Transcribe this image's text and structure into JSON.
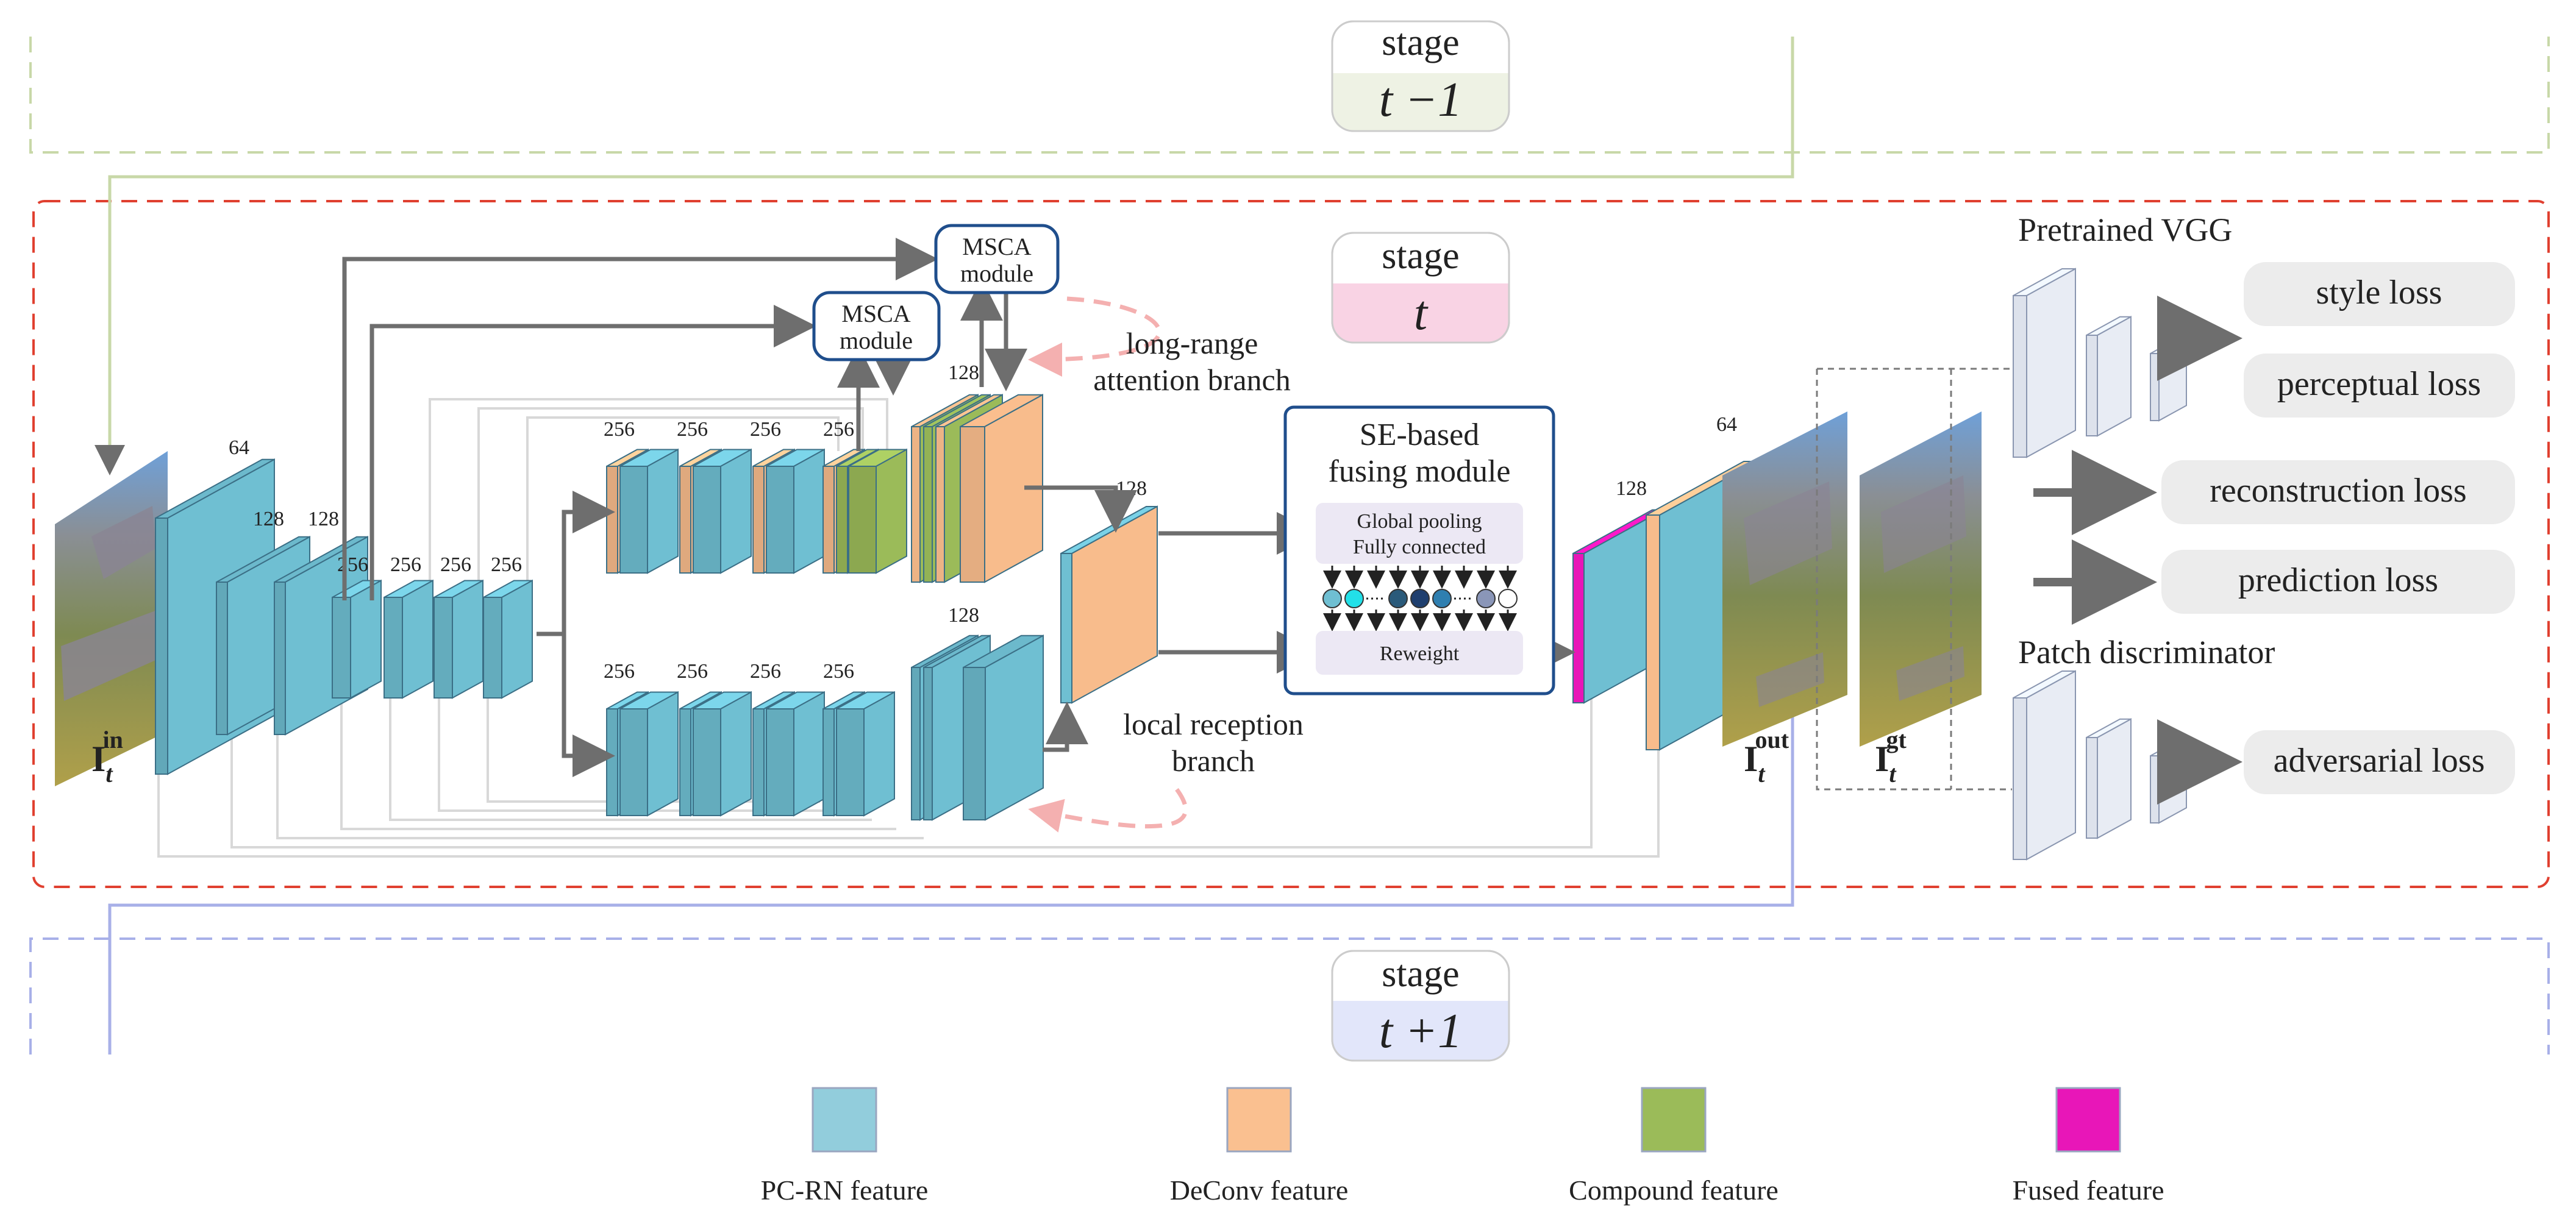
{
  "stages": {
    "prev": {
      "label": "stage",
      "value": "t −1"
    },
    "curr": {
      "label": "stage",
      "value": "t"
    },
    "next": {
      "label": "stage",
      "value": "t +1"
    }
  },
  "modules": {
    "msca_1": "MSCA\nmodule",
    "msca_2": "MSCA\nmodule",
    "se_title": "SE-based\nfusing module",
    "se_pool": "Global pooling",
    "se_fc": "Fully connected",
    "se_reweight": "Reweight"
  },
  "branches": {
    "long": "long-range\nattention branch",
    "local": "local reception\nbranch"
  },
  "images": {
    "input": {
      "base": "I",
      "sub": "t",
      "sup": "in"
    },
    "output": {
      "base": "I",
      "sub": "t",
      "sup": "out"
    },
    "gt": {
      "base": "I",
      "sub": "t",
      "sup": "gt"
    }
  },
  "channels": {
    "enc_0": "64",
    "enc_1": "128",
    "enc_2": "128",
    "enc_3": "256",
    "enc_4": "256",
    "enc_5": "256",
    "enc_6": "256",
    "top_0": "256",
    "top_1": "256",
    "top_2": "256",
    "top_3": "256",
    "top_big": "128",
    "bot_0": "256",
    "bot_1": "256",
    "bot_2": "256",
    "bot_3": "256",
    "bot_big": "128",
    "merge": "128",
    "dec_0": "128",
    "dec_1": "64"
  },
  "networks": {
    "vgg": "Pretrained VGG",
    "disc": "Patch discriminator"
  },
  "losses": {
    "style": "style loss",
    "perceptual": "perceptual loss",
    "reconstruction": "reconstruction loss",
    "prediction": "prediction loss",
    "adversarial": "adversarial loss"
  },
  "legend": [
    {
      "label": "PC-RN feature",
      "color": "#92cddc"
    },
    {
      "label": "DeConv feature",
      "color": "#fac090"
    },
    {
      "label": "Compound feature",
      "color": "#9bbb59"
    },
    {
      "label": "Fused feature",
      "color": "#e816b8"
    }
  ],
  "colors": {
    "blue": "#6fbfd2",
    "orange": "#f8bc8c",
    "green": "#9bbb59",
    "magenta": "#e816b8",
    "frame_prev": "#c8d8a8",
    "frame_curr": "#e04030",
    "frame_next": "#a8b0e8",
    "module_border": "#1f4e8c"
  }
}
